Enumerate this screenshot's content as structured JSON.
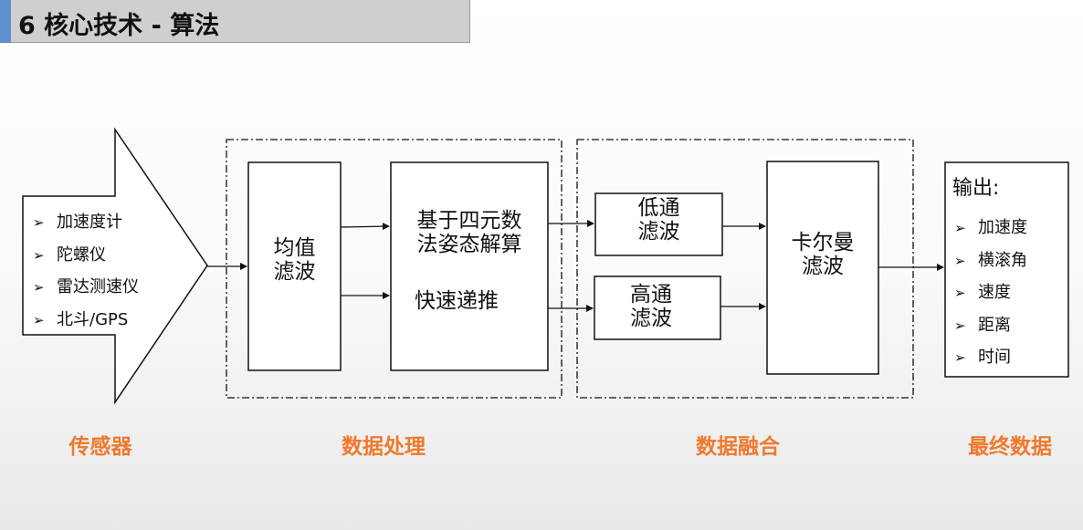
{
  "slide": {
    "title": "6 核心技术 - 算法"
  },
  "sensor": {
    "items": [
      "加速度计",
      "陀螺仪",
      "雷达测速仪",
      "北斗/GPS"
    ]
  },
  "processing": {
    "mean_filter": "均值\n滤波",
    "quaternion": "基于四元数\n法姿态解算",
    "recursion": "快速递推"
  },
  "fusion": {
    "low_pass": "低通\n滤波",
    "high_pass": "高通\n滤波",
    "kalman": "卡尔曼\n滤波"
  },
  "output": {
    "heading": "输出:",
    "items": [
      "加速度",
      "横滚角",
      "速度",
      "距离",
      "时间"
    ]
  },
  "categories": {
    "sensor": "传感器",
    "processing": "数据处理",
    "fusion": "数据融合",
    "final": "最终数据"
  },
  "colors": {
    "accent_blue": "#5b8fd0",
    "category_orange": "#ee7a2e",
    "title_bg": "#cfcfcf"
  }
}
